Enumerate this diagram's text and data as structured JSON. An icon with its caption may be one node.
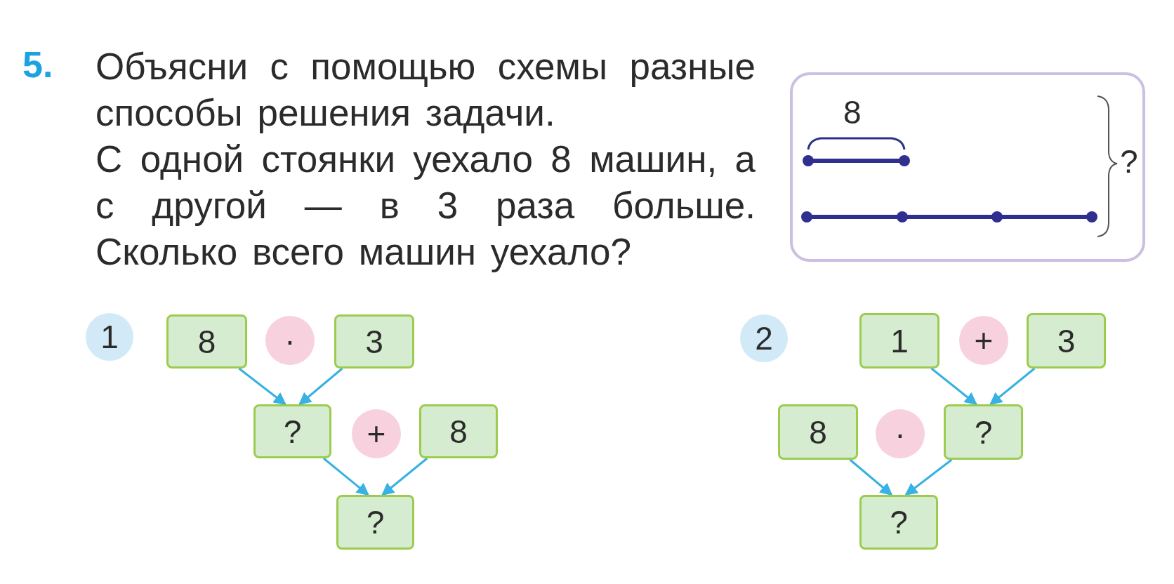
{
  "diagram": {
    "nodes": [
      {
        "text": [
          "1"
        ]
      },
      {
        "text": [
          "8"
        ]
      },
      {
        "text": [
          "·"
        ]
      },
      {
        "text": [
          "3"
        ]
      },
      {
        "text": [
          "?"
        ]
      },
      {
        "text": [
          "+"
        ]
      },
      {
        "text": [
          "8"
        ]
      },
      {
        "text": [
          "?"
        ]
      },
      {
        "text": [
          "2"
        ]
      },
      {
        "text": [
          "1"
        ]
      },
      {
        "text": [
          "+"
        ]
      },
      {
        "text": [
          "3"
        ]
      },
      {
        "text": [
          "8"
        ]
      },
      {
        "text": [
          "·"
        ]
      },
      {
        "text": [
          "?"
        ]
      },
      {
        "text": [
          "?"
        ]
      },
      {
        "text": [
          "8",
          "?"
        ]
      }
    ],
    "edges": [
      {
        "from": 1,
        "to": 4,
        "arrow": "to"
      },
      {
        "from": 3,
        "to": 4,
        "arrow": "to"
      },
      {
        "from": 4,
        "to": 7,
        "arrow": "to"
      },
      {
        "from": 6,
        "to": 7,
        "arrow": "to"
      },
      {
        "from": 9,
        "to": 14,
        "arrow": "to"
      },
      {
        "from": 11,
        "to": 14,
        "arrow": "to"
      },
      {
        "from": 12,
        "to": 15,
        "arrow": "to"
      },
      {
        "from": 14,
        "to": 15,
        "arrow": "to"
      }
    ],
    "labels": [
      "5.",
      "Объясни с помощью схемы разные способы решения задачи.",
      "С одной стоянки уехало 8 машин, а с другой — в 3 раза больше. Сколько всего машин уехало?"
    ]
  }
}
